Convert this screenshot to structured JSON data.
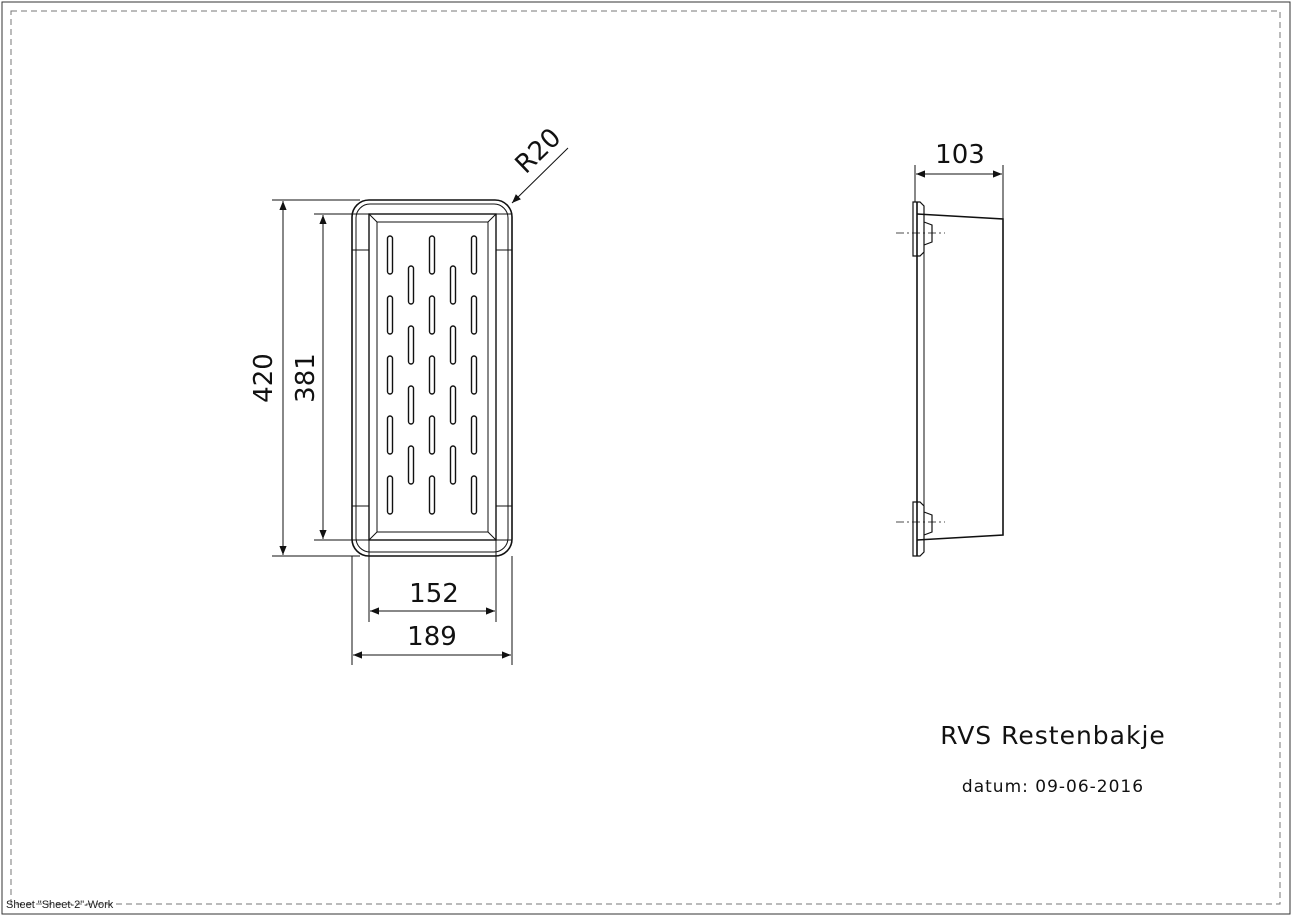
{
  "drawing": {
    "title": "RVS Restenbakje",
    "date_label": "datum: 09-06-2016",
    "sheet_label": "Sheet \"Sheet-2\"-Work"
  },
  "dimensions": {
    "radius": "R20",
    "outer_length": "420",
    "inner_length": "381",
    "inner_width": "152",
    "outer_width": "189",
    "depth": "103"
  }
}
